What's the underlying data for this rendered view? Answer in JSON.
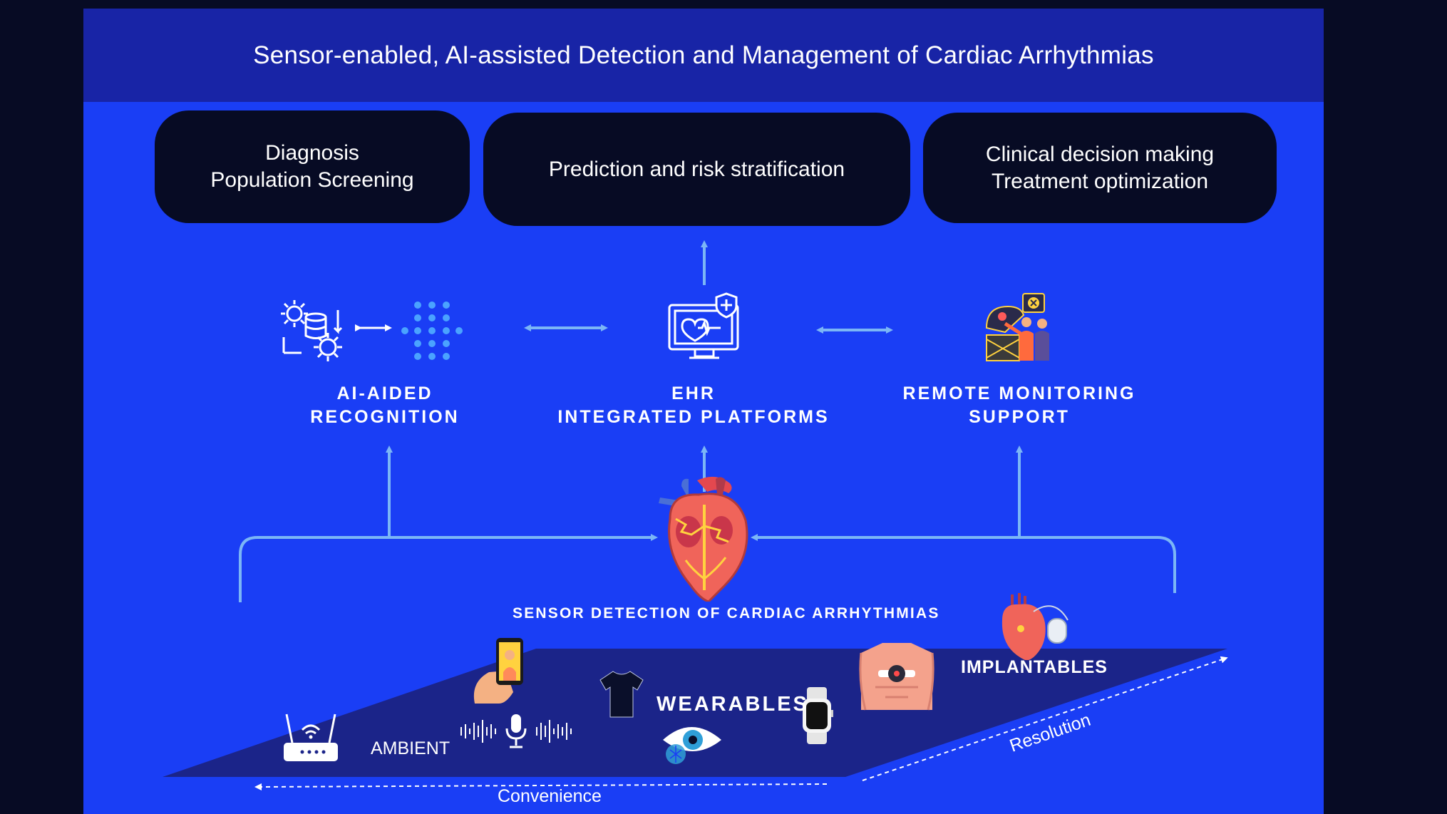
{
  "header": {
    "title": "Sensor-enabled, AI-assisted Detection and Management of Cardiac Arrhythmias"
  },
  "boxes": [
    {
      "line1": "Diagnosis",
      "line2": "Population Screening"
    },
    {
      "line1": "Prediction and risk stratification",
      "line2": ""
    },
    {
      "line1": "Clinical decision making",
      "line2": "Treatment optimization"
    }
  ],
  "modules": {
    "ai": {
      "line1": "AI-AIDED",
      "line2": "RECOGNITION"
    },
    "ehr": {
      "line1": "EHR",
      "line2": "INTEGRATED PLATFORMS"
    },
    "remote": {
      "line1": "REMOTE MONITORING",
      "line2": "SUPPORT"
    }
  },
  "sensor_label": "SENSOR DETECTION OF CARDIAC ARRHYTHMIAS",
  "categories": {
    "ambient": "AMBIENT",
    "wearables": "WEARABLES",
    "implantables": "IMPLANTABLES"
  },
  "axes": {
    "convenience": "Convenience",
    "resolution": "Resolution"
  },
  "colors": {
    "background": "#070b24",
    "panel": "#1a3ef5",
    "header": "#1824a6",
    "platform": "#1b2489",
    "arrow": "#7bb6f6"
  }
}
